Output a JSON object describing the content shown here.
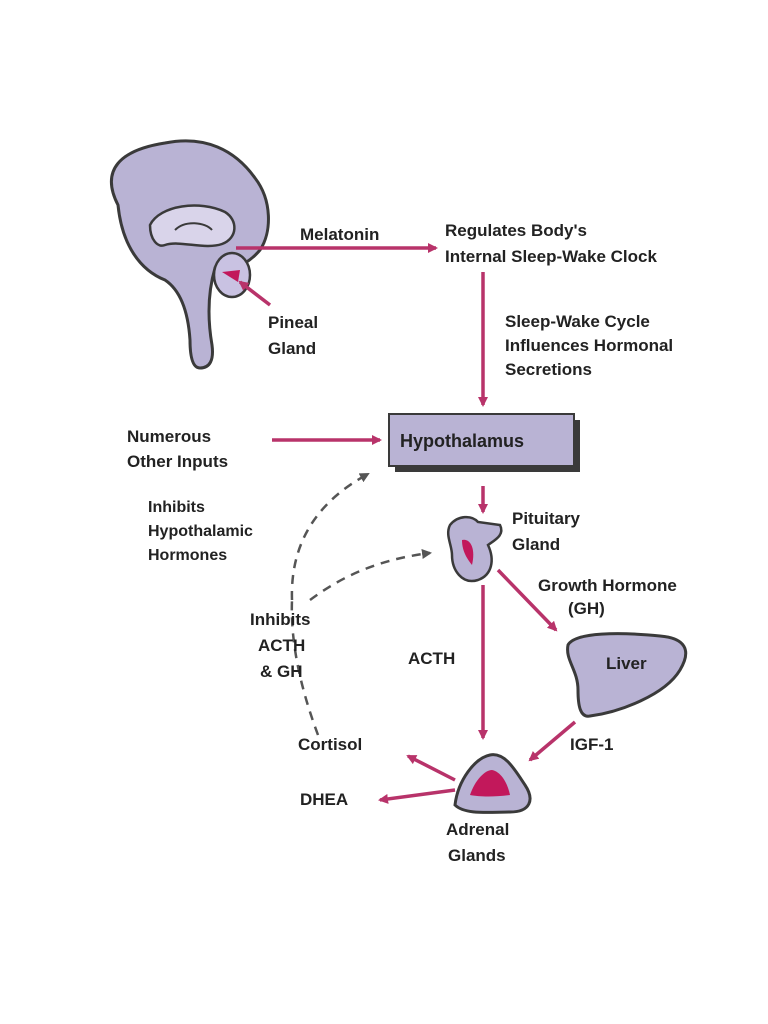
{
  "colors": {
    "organ_fill": "#b9b3d4",
    "organ_stroke": "#3a3a3a",
    "arrow": "#b8336a",
    "dashed": "#555555",
    "adrenal_core": "#c2185b",
    "text": "#222222"
  },
  "labels": {
    "melatonin": "Melatonin",
    "regulates_1": "Regulates Body's",
    "regulates_2": "Internal Sleep-Wake Clock",
    "pineal_1": "Pineal",
    "pineal_2": "Gland",
    "cycle_1": "Sleep-Wake Cycle",
    "cycle_2": "Influences Hormonal",
    "cycle_3": "Secretions",
    "inputs_1": "Numerous",
    "inputs_2": "Other Inputs",
    "hypothalamus": "Hypothalamus",
    "inhibits_hyp_1": "Inhibits",
    "inhibits_hyp_2": "Hypothalamic",
    "inhibits_hyp_3": "Hormones",
    "pituitary_1": "Pituitary",
    "pituitary_2": "Gland",
    "gh_1": "Growth Hormone",
    "gh_2": "(GH)",
    "inhibits_acth_1": "Inhibits",
    "inhibits_acth_2": "ACTH",
    "inhibits_acth_3": "& GH",
    "acth": "ACTH",
    "liver": "Liver",
    "cortisol": "Cortisol",
    "igf": "IGF-1",
    "dhea": "DHEA",
    "adrenal_1": "Adrenal",
    "adrenal_2": "Glands"
  }
}
